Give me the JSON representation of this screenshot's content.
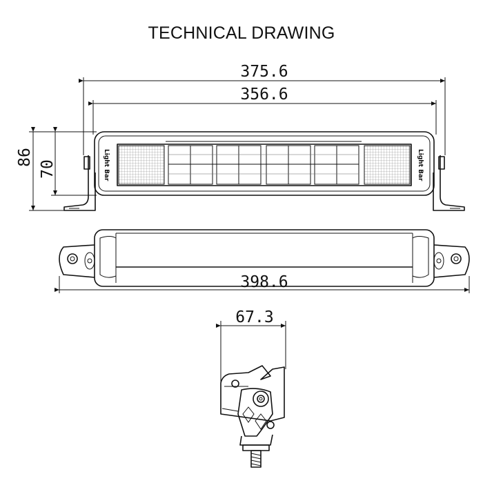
{
  "title": "TECHNICAL DRAWING",
  "dimensions": {
    "overall_length": "375.6",
    "housing_length": "356.6",
    "total_height": "86",
    "lens_height": "70",
    "bracket_span": "398.6",
    "depth": "67.3"
  },
  "brand_label": "Light Bar",
  "icons": [
    "mounting-bracket-icon",
    "bolt-icon"
  ]
}
